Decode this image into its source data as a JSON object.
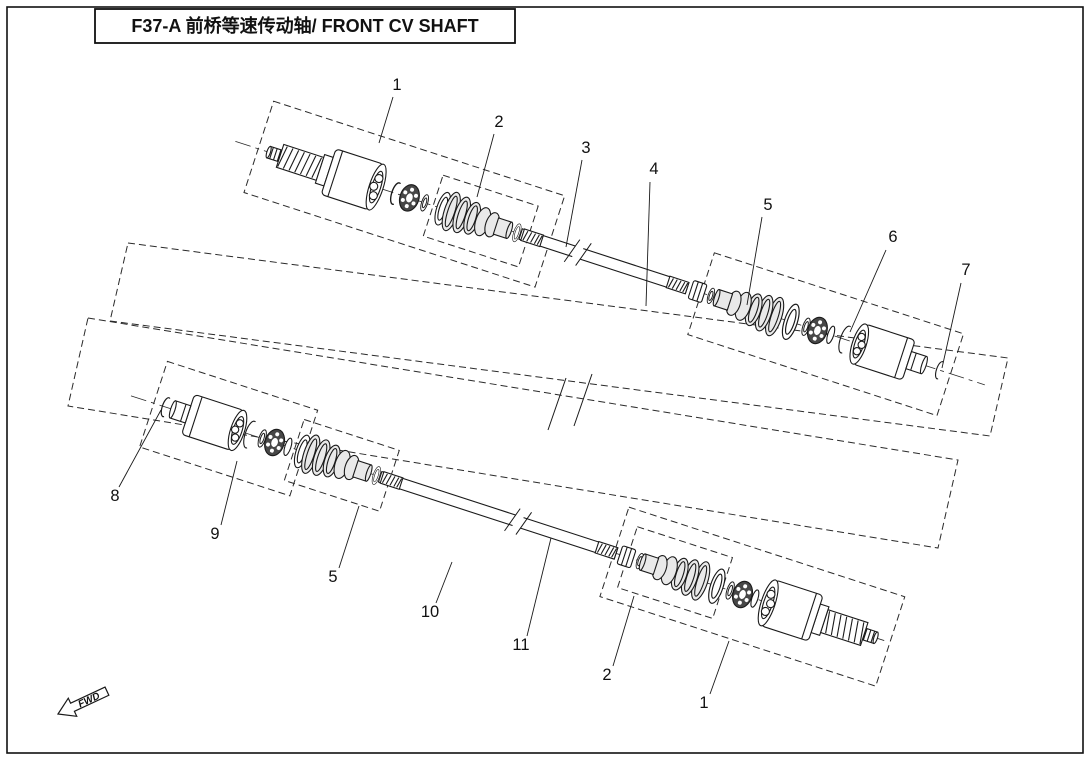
{
  "title": "F37-A 前桥等速传动轴/ FRONT CV SHAFT",
  "fwd": {
    "label": "FWD"
  },
  "colors": {
    "background": "#ffffff",
    "line": "#1a1a1a",
    "boot_fill": "#e9e9e9",
    "hub_fill": "#474747"
  },
  "callouts": [
    {
      "label": "1"
    },
    {
      "label": "2"
    },
    {
      "label": "3"
    },
    {
      "label": "4"
    },
    {
      "label": "5"
    },
    {
      "label": "6"
    },
    {
      "label": "7"
    },
    {
      "label": "8"
    },
    {
      "label": "9"
    },
    {
      "label": "5"
    },
    {
      "label": "10"
    },
    {
      "label": "11"
    },
    {
      "label": "2"
    },
    {
      "label": "1"
    }
  ]
}
